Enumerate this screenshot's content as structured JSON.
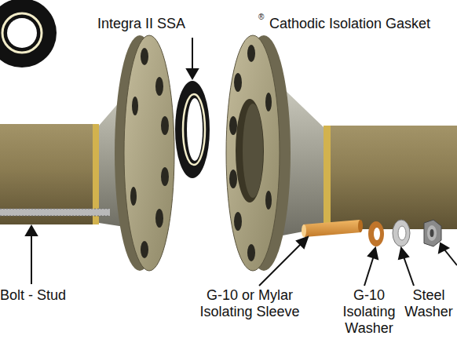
{
  "diagram": {
    "labels": [
      "Integra II SSA",
      "®",
      "Cathodic Isolation Gasket",
      "Bolt - Stud",
      "G-10 or Mylar Isolating Sleeve",
      "G-10 Isolating Washer",
      "Steel Washer"
    ]
  }
}
